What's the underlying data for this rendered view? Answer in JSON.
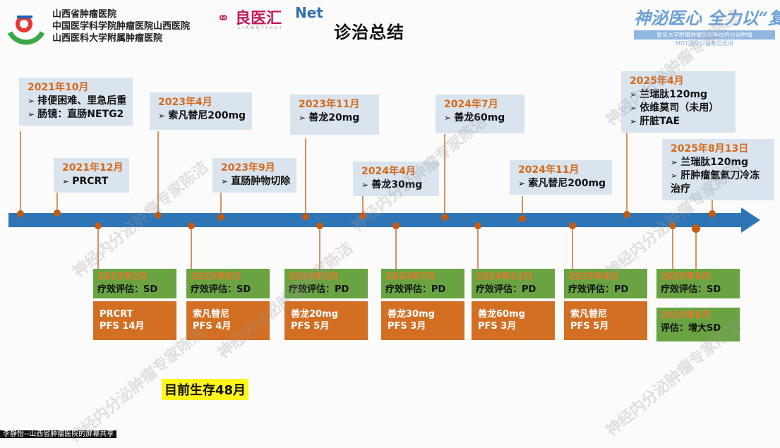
{
  "header": {
    "hospital_lines": [
      "山西省肿瘤医院",
      "中国医学科学院肿瘤医院山西医院",
      "山西医科大学附属肿瘤医院"
    ],
    "brand_1": "良医汇",
    "brand_1_sub": "LIANGYIHUI",
    "brand_2": "Net",
    "title": "诊治总结",
    "slogan": "神泌医心 全力以“复”",
    "slogan_sub1": "复旦大学附属肿瘤医院神经内分泌肿瘤",
    "slogan_sub2": "MDT团队公益基层巡讲"
  },
  "top_events": [
    {
      "date": "2021年10月",
      "lines": [
        "排便困难、里急后重",
        "肠镜：直肠NETG2"
      ]
    },
    {
      "date": "2021年12月",
      "lines": [
        "PRCRT"
      ]
    },
    {
      "date": "2023年4月",
      "lines": [
        "索凡替尼200mg"
      ]
    },
    {
      "date": "2023年9月",
      "lines": [
        "直肠肿物切除"
      ]
    },
    {
      "date": "2023年11月",
      "lines": [
        "善龙20mg"
      ]
    },
    {
      "date": "2024年4月",
      "lines": [
        "善龙30mg"
      ]
    },
    {
      "date": "2024年7月",
      "lines": [
        "善龙60mg"
      ]
    },
    {
      "date": "2024年11月",
      "lines": [
        "索凡替尼200mg"
      ]
    },
    {
      "date": "2025年4月",
      "lines": [
        "兰瑞肽120mg",
        "依维莫司（未用）",
        "肝脏TAE"
      ]
    },
    {
      "date": "2025年8月13日",
      "lines": [
        "兰瑞肽120mg",
        "肝肿瘤氩氦刀冷冻治疗"
      ]
    }
  ],
  "bottom_events": [
    {
      "date": "2023年2月",
      "eval": "疗效评估：SD",
      "pfs": [
        "PRCRT",
        "PFS 14月"
      ]
    },
    {
      "date": "2023年8月",
      "eval": "疗效评估：SD",
      "pfs": [
        "索凡替尼",
        "PFS 4月"
      ]
    },
    {
      "date": "2024年3月",
      "eval": "疗效评估：PD",
      "pfs": [
        "善龙20mg",
        "PFS 5月"
      ]
    },
    {
      "date": "2024年7月",
      "eval": "疗效评估：PD",
      "pfs": [
        "善龙30mg",
        "PFS 3月"
      ]
    },
    {
      "date": "2024年11月",
      "eval": "疗效评估：PD",
      "pfs": [
        "善龙60mg",
        "PFS 3月"
      ]
    },
    {
      "date": "2025年4月",
      "eval": "疗效评估：PD",
      "pfs": [
        "索凡替尼",
        "PFS 5月"
      ]
    },
    {
      "date": "2025年6月",
      "eval": "疗效评估：SD",
      "pfs": []
    },
    {
      "date": "2025年8月",
      "eval": "评估：增大SD",
      "pfs": []
    }
  ],
  "survival": "目前生存48月",
  "watermark": "神经内分泌肿瘤专家陈洁",
  "footer": "李静怡--山西省肿瘤医院的屏幕共享",
  "colors": {
    "arrow": "#2e75b6",
    "dot": "#c55a11",
    "top_box": "#d9e4ef",
    "eval_box": "#6aa442",
    "pfs_box": "#d36f23",
    "date_text": "#d46a1a"
  }
}
